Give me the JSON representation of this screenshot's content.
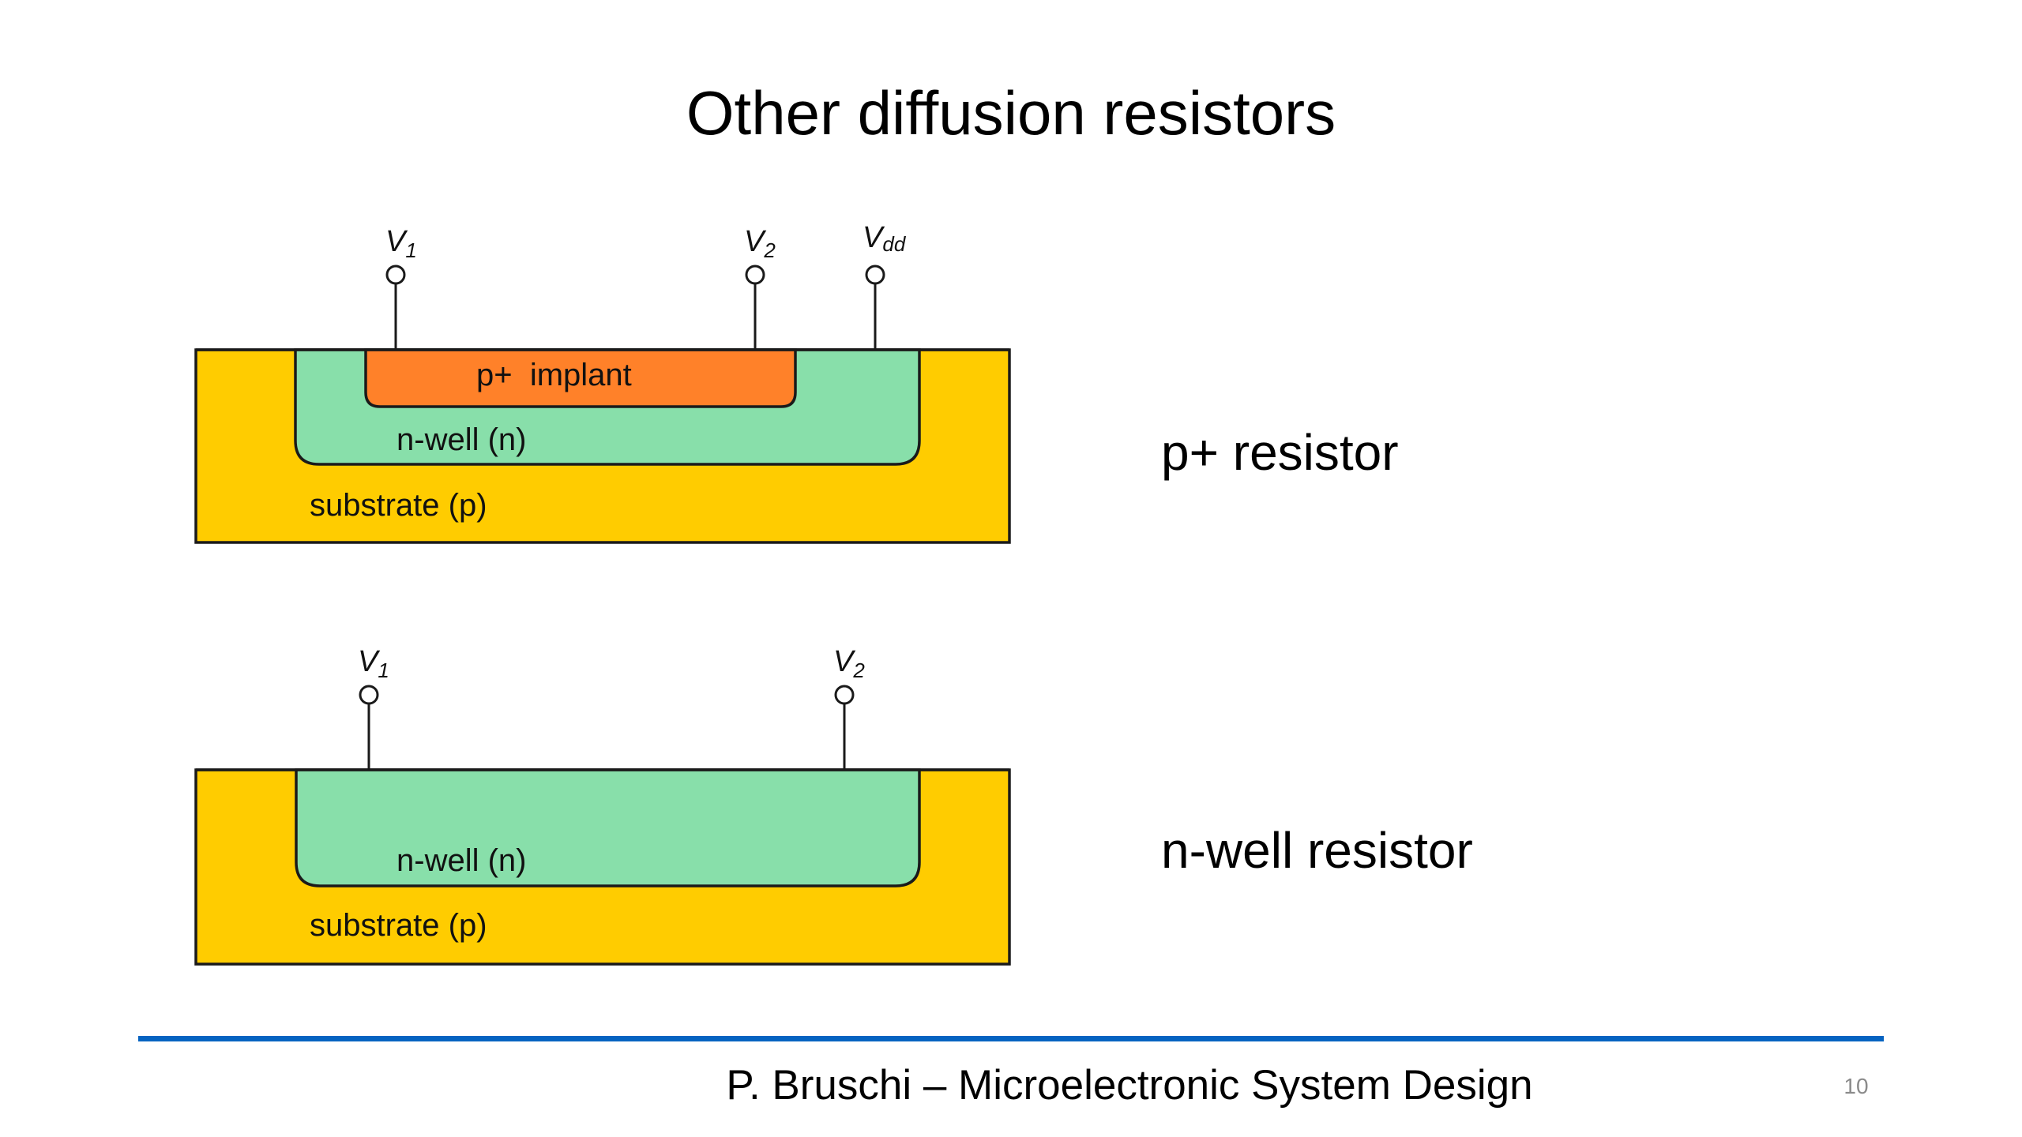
{
  "slide": {
    "title": "Other diffusion resistors",
    "footer": "P. Bruschi – Microelectronic System Design",
    "page_number": "10",
    "accent_color": "#0563c1"
  },
  "colors": {
    "substrate": "#ffcc00",
    "nwell": "#88dfaa",
    "p_implant": "#ff8129",
    "outline": "#1a1a1a"
  },
  "diagrams": [
    {
      "name": "p+ resistor",
      "caption": "p+ resistor",
      "regions": {
        "p_implant": "p+  implant",
        "nwell": "n-well (n)",
        "substrate": "substrate (p)"
      },
      "terminals": [
        {
          "label": "V",
          "sub": "1"
        },
        {
          "label": "V",
          "sub": "2"
        },
        {
          "label": "V",
          "sub": "dd"
        }
      ]
    },
    {
      "name": "n-well resistor",
      "caption": "n-well resistor",
      "regions": {
        "nwell": "n-well (n)",
        "substrate": "substrate (p)"
      },
      "terminals": [
        {
          "label": "V",
          "sub": "1"
        },
        {
          "label": "V",
          "sub": "2"
        }
      ]
    }
  ]
}
